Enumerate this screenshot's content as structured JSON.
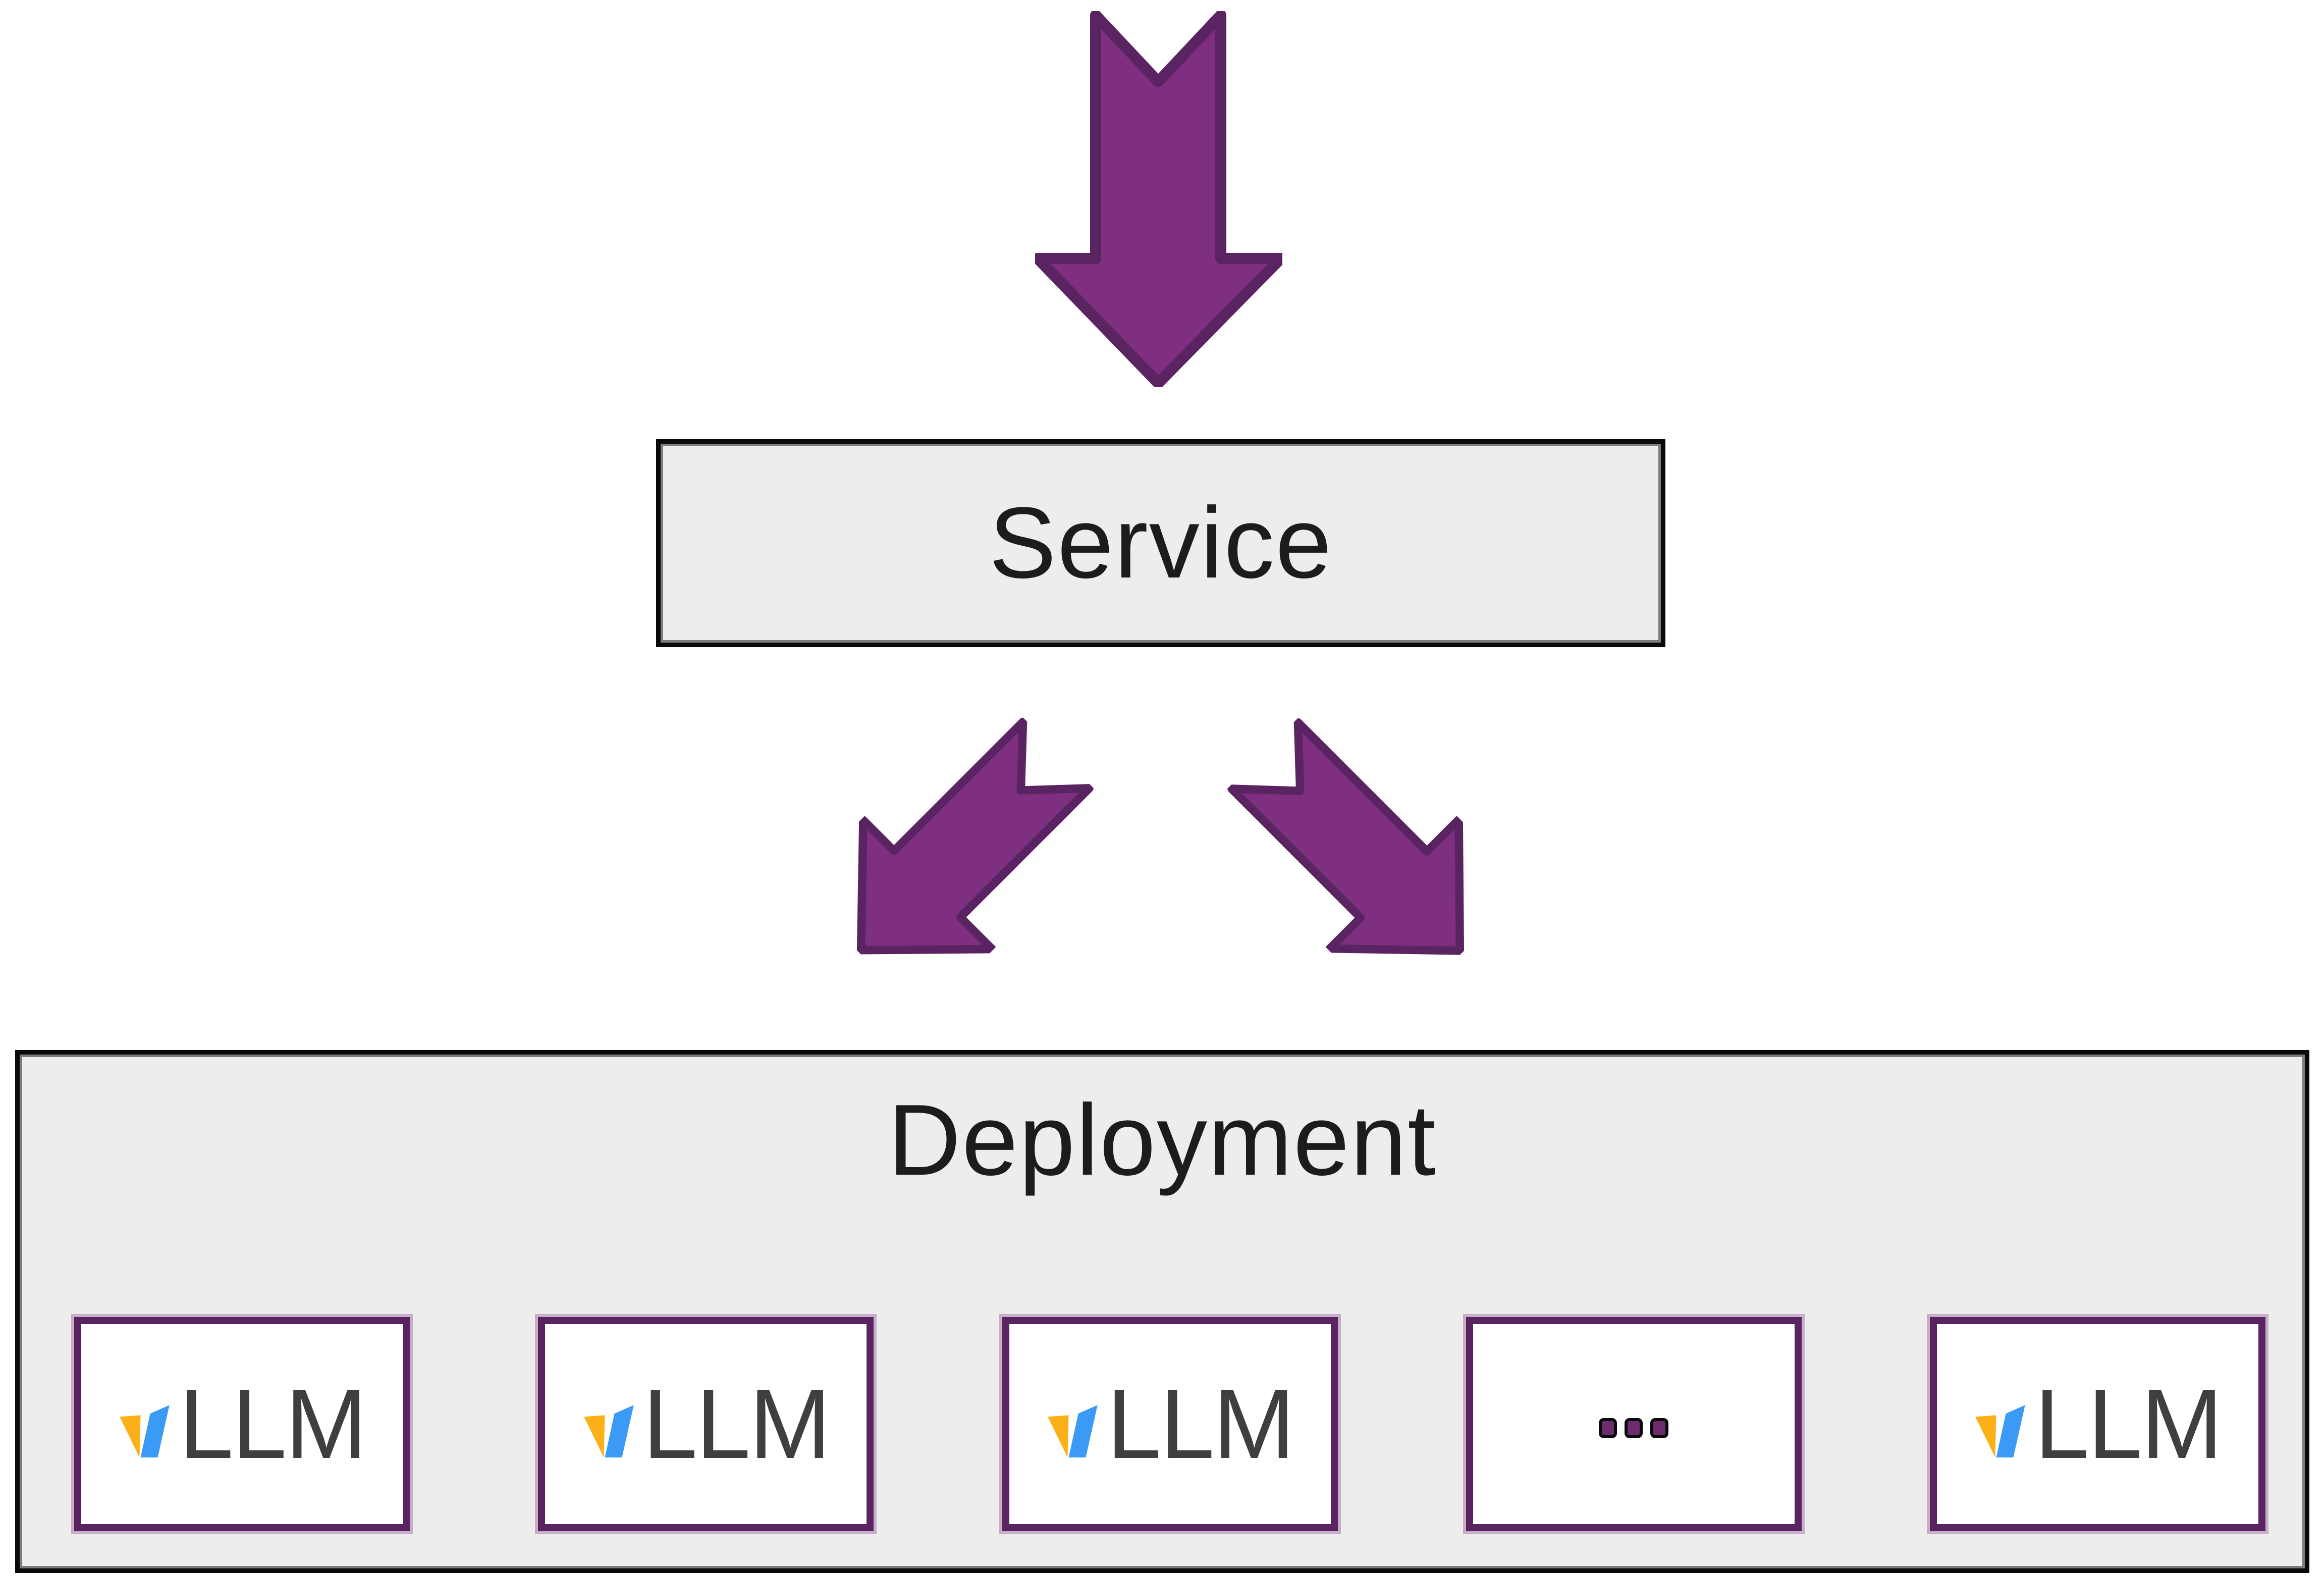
{
  "diagram": {
    "service": {
      "label": "Service"
    },
    "deployment": {
      "label": "Deployment",
      "instances": [
        {
          "type": "vllm",
          "logo": "vllm-logo-icon",
          "label": "LLM"
        },
        {
          "type": "vllm",
          "logo": "vllm-logo-icon",
          "label": "LLM"
        },
        {
          "type": "vllm",
          "logo": "vllm-logo-icon",
          "label": "LLM"
        },
        {
          "type": "ellipsis",
          "label": "..."
        },
        {
          "type": "vllm",
          "logo": "vllm-logo-icon",
          "label": "LLM"
        }
      ]
    },
    "arrows": [
      {
        "name": "arrow-down-icon",
        "direction": "down"
      },
      {
        "name": "arrow-down-left-icon",
        "direction": "down-left"
      },
      {
        "name": "arrow-down-right-icon",
        "direction": "down-right"
      }
    ],
    "colors": {
      "background": "#FFFFFF",
      "arrow_fill": "#7E2F80",
      "arrow_stroke": "#5A2361",
      "panel_fill": "#EDEDED",
      "panel_border": "#0A0A0A",
      "panel_inner_line": "#7D7D7D",
      "title_text": "#1C1C1C",
      "instance_border": "#5C2362",
      "instance_halo": "#AF8FB2",
      "logo_yellow": "#FBB018",
      "logo_blue": "#3B9AF5",
      "label_text": "#3F3F3F",
      "dot_fill": "#6B2D6E",
      "dot_outline": "#0A0A0A"
    }
  }
}
